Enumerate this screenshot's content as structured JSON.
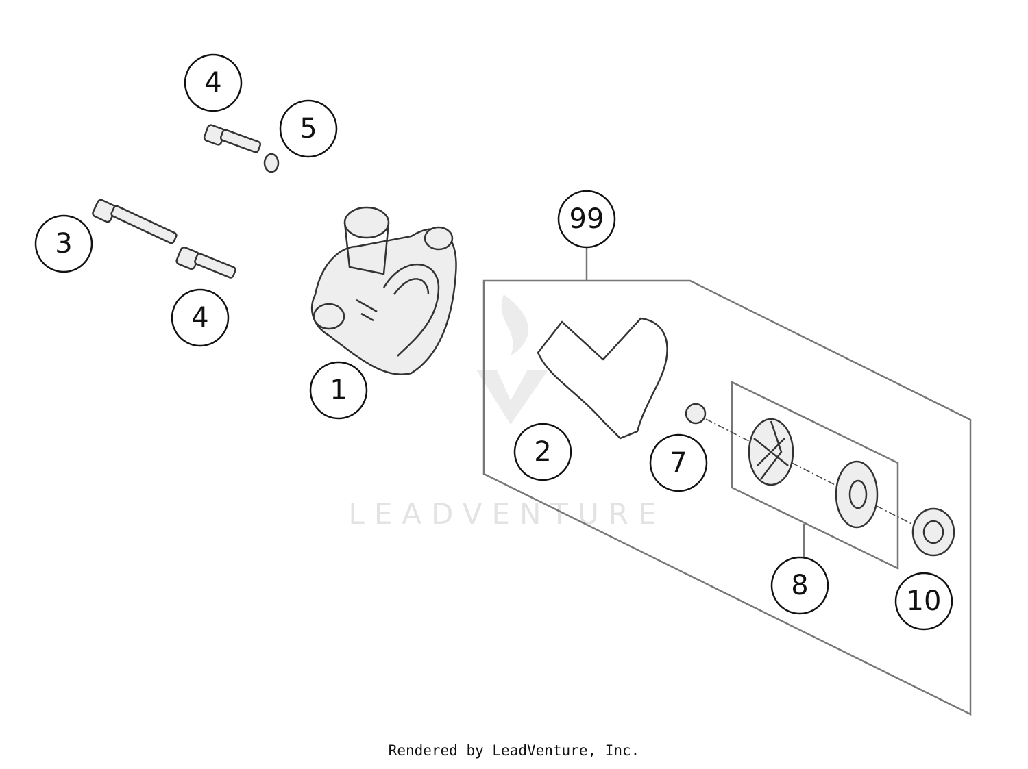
{
  "callouts": {
    "c4a": "4",
    "c5": "5",
    "c3": "3",
    "c4b": "4",
    "c1": "1",
    "c99": "99",
    "c2": "2",
    "c7": "7",
    "c8": "8",
    "c10": "10"
  },
  "watermark": "LEADVENTURE",
  "footer": "Rendered by LeadVenture, Inc."
}
